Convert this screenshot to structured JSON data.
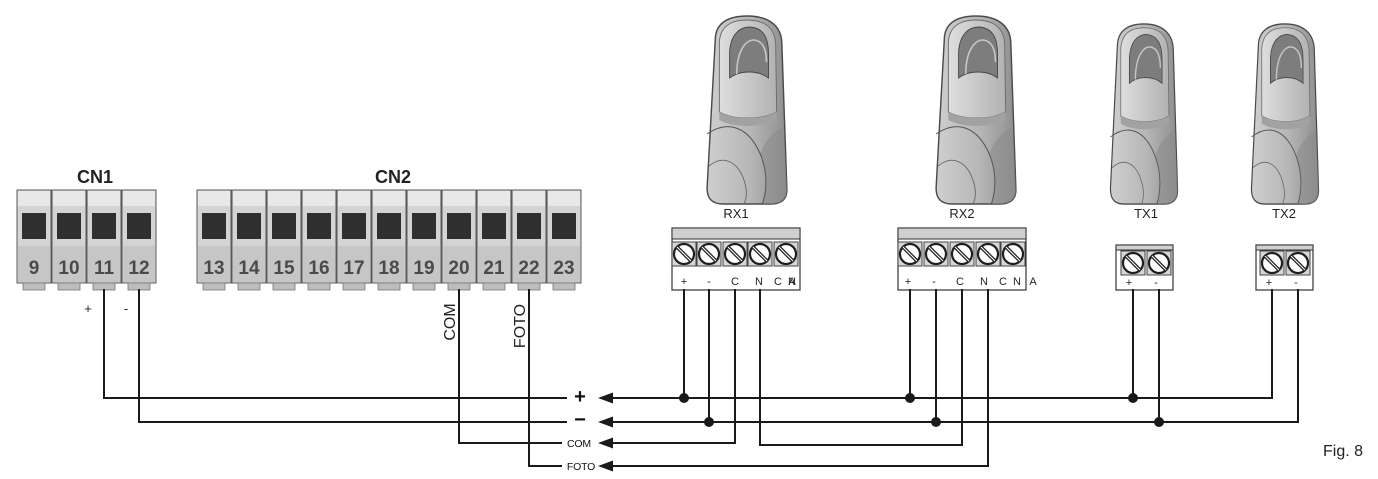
{
  "figure": {
    "label": "Fig. 8"
  },
  "cn1": {
    "label": "CN1",
    "terminals": [
      "9",
      "10",
      "11",
      "12"
    ],
    "polarity": {
      "plus": "+",
      "minus": "-"
    }
  },
  "cn2": {
    "label": "CN2",
    "terminals": [
      "13",
      "14",
      "15",
      "16",
      "17",
      "18",
      "19",
      "20",
      "21",
      "22",
      "23"
    ],
    "signals": {
      "com": "COM",
      "foto": "FOTO"
    }
  },
  "bus": {
    "plus": "+",
    "minus": "−",
    "com": "COM",
    "foto": "FOTO"
  },
  "devices": [
    {
      "name": "RX1",
      "icon": "photocell-receiver-icon",
      "terminal_labels": [
        "+",
        "-",
        "C",
        "N",
        "C",
        "N",
        "A"
      ]
    },
    {
      "name": "RX2",
      "icon": "photocell-receiver-icon",
      "terminal_labels": [
        "+",
        "-",
        "C",
        "N",
        "C",
        "N",
        "A"
      ]
    },
    {
      "name": "TX1",
      "icon": "photocell-transmitter-icon",
      "terminal_labels": [
        "+",
        "-"
      ]
    },
    {
      "name": "TX2",
      "icon": "photocell-transmitter-icon",
      "terminal_labels": [
        "+",
        "-"
      ]
    }
  ],
  "colors": {
    "terminal_body": "#d4d4d4",
    "terminal_window": "#2f2f2f",
    "terminal_text": "#4a4a4a",
    "wire": "#1a1a1a"
  }
}
